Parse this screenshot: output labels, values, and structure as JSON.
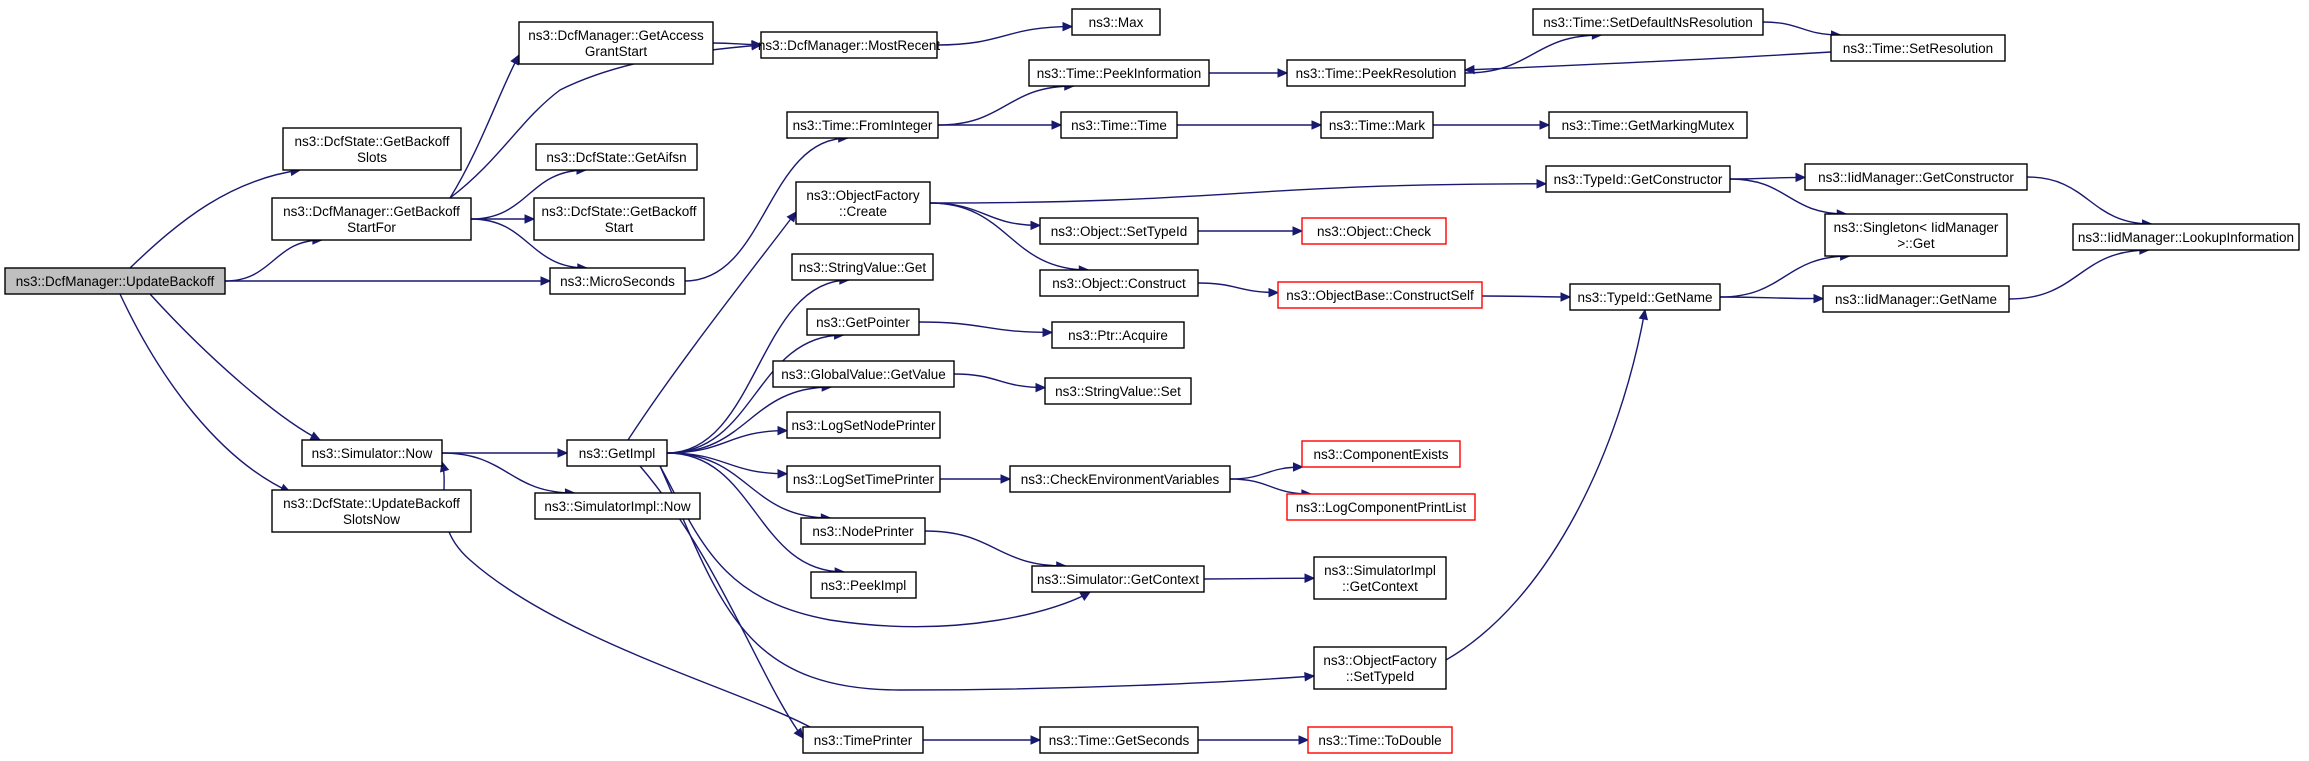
{
  "colors": {
    "edge": "#191970",
    "node_border": "#000000",
    "node_border_truncated": "#ff0000",
    "root_fill": "#bfbfbf",
    "node_fill": "#ffffff"
  },
  "nodes": [
    {
      "id": "root",
      "lines": [
        "ns3::DcfManager::UpdateBackoff"
      ],
      "root": true
    },
    {
      "id": "getBackoffSlots",
      "lines": [
        "ns3::DcfState::GetBackoff",
        "Slots"
      ]
    },
    {
      "id": "getBackoffStartFor",
      "lines": [
        "ns3::DcfManager::GetBackoff",
        "StartFor"
      ]
    },
    {
      "id": "simNow",
      "lines": [
        "ns3::Simulator::Now"
      ]
    },
    {
      "id": "updateBackoffSlotsNow",
      "lines": [
        "ns3::DcfState::UpdateBackoff",
        "SlotsNow"
      ]
    },
    {
      "id": "getAccessGrantStart",
      "lines": [
        "ns3::DcfManager::GetAccess",
        "GrantStart"
      ]
    },
    {
      "id": "getAifsn",
      "lines": [
        "ns3::DcfState::GetAifsn"
      ]
    },
    {
      "id": "getBackoffStart",
      "lines": [
        "ns3::DcfState::GetBackoff",
        "Start"
      ]
    },
    {
      "id": "microSeconds",
      "lines": [
        "ns3::MicroSeconds"
      ]
    },
    {
      "id": "getImpl",
      "lines": [
        "ns3::GetImpl"
      ]
    },
    {
      "id": "simImplNow",
      "lines": [
        "ns3::SimulatorImpl::Now"
      ]
    },
    {
      "id": "mostRecent",
      "lines": [
        "ns3::DcfManager::MostRecent"
      ]
    },
    {
      "id": "timeFromInteger",
      "lines": [
        "ns3::Time::FromInteger"
      ]
    },
    {
      "id": "objectFactoryCreate",
      "lines": [
        "ns3::ObjectFactory",
        "::Create"
      ]
    },
    {
      "id": "stringValueGet",
      "lines": [
        "ns3::StringValue::Get"
      ]
    },
    {
      "id": "getPointer",
      "lines": [
        "ns3::GetPointer"
      ]
    },
    {
      "id": "globalValueGetValue",
      "lines": [
        "ns3::GlobalValue::GetValue"
      ]
    },
    {
      "id": "logSetNodePrinter",
      "lines": [
        "ns3::LogSetNodePrinter"
      ]
    },
    {
      "id": "logSetTimePrinter",
      "lines": [
        "ns3::LogSetTimePrinter"
      ]
    },
    {
      "id": "nodePrinter",
      "lines": [
        "ns3::NodePrinter"
      ]
    },
    {
      "id": "peekImpl",
      "lines": [
        "ns3::PeekImpl"
      ]
    },
    {
      "id": "timePrinter",
      "lines": [
        "ns3::TimePrinter"
      ]
    },
    {
      "id": "max",
      "lines": [
        "ns3::Max"
      ]
    },
    {
      "id": "timePeekInformation",
      "lines": [
        "ns3::Time::PeekInformation"
      ]
    },
    {
      "id": "timeTime",
      "lines": [
        "ns3::Time::Time"
      ]
    },
    {
      "id": "objectSetTypeId",
      "lines": [
        "ns3::Object::SetTypeId"
      ]
    },
    {
      "id": "objectConstruct",
      "lines": [
        "ns3::Object::Construct"
      ]
    },
    {
      "id": "ptrAcquire",
      "lines": [
        "ns3::Ptr::Acquire"
      ]
    },
    {
      "id": "stringValueSet",
      "lines": [
        "ns3::StringValue::Set"
      ]
    },
    {
      "id": "checkEnvVars",
      "lines": [
        "ns3::CheckEnvironmentVariables"
      ]
    },
    {
      "id": "simGetContext",
      "lines": [
        "ns3::Simulator::GetContext"
      ]
    },
    {
      "id": "timeGetSeconds",
      "lines": [
        "ns3::Time::GetSeconds"
      ]
    },
    {
      "id": "timePeekResolution",
      "lines": [
        "ns3::Time::PeekResolution"
      ]
    },
    {
      "id": "timeMark",
      "lines": [
        "ns3::Time::Mark"
      ]
    },
    {
      "id": "objectCheck",
      "lines": [
        "ns3::Object::Check"
      ],
      "truncated": true
    },
    {
      "id": "objectBaseConstructSelf",
      "lines": [
        "ns3::ObjectBase::ConstructSelf"
      ],
      "truncated": true
    },
    {
      "id": "componentExists",
      "lines": [
        "ns3::ComponentExists"
      ],
      "truncated": true
    },
    {
      "id": "logComponentPrintList",
      "lines": [
        "ns3::LogComponentPrintList"
      ],
      "truncated": true
    },
    {
      "id": "simImplGetContext",
      "lines": [
        "ns3::SimulatorImpl",
        "::GetContext"
      ]
    },
    {
      "id": "objectFactorySetTypeId",
      "lines": [
        "ns3::ObjectFactory",
        "::SetTypeId"
      ]
    },
    {
      "id": "timeToDouble",
      "lines": [
        "ns3::Time::ToDouble"
      ],
      "truncated": true
    },
    {
      "id": "timeSetDefaultNsResolution",
      "lines": [
        "ns3::Time::SetDefaultNsResolution"
      ]
    },
    {
      "id": "timeGetMarkingMutex",
      "lines": [
        "ns3::Time::GetMarkingMutex"
      ]
    },
    {
      "id": "typeIdGetConstructor",
      "lines": [
        "ns3::TypeId::GetConstructor"
      ]
    },
    {
      "id": "typeIdGetName",
      "lines": [
        "ns3::TypeId::GetName"
      ]
    },
    {
      "id": "timeSetResolution",
      "lines": [
        "ns3::Time::SetResolution"
      ]
    },
    {
      "id": "iidGetConstructor",
      "lines": [
        "ns3::IidManager::GetConstructor"
      ]
    },
    {
      "id": "singletonGet",
      "lines": [
        "ns3::Singleton< IidManager",
        " >::Get"
      ]
    },
    {
      "id": "iidGetName",
      "lines": [
        "ns3::IidManager::GetName"
      ]
    },
    {
      "id": "iidLookupInformation",
      "lines": [
        "ns3::IidManager::LookupInformation"
      ]
    }
  ],
  "edges": [
    [
      "root",
      "getBackoffSlots"
    ],
    [
      "root",
      "getBackoffStartFor"
    ],
    [
      "root",
      "microSeconds"
    ],
    [
      "root",
      "simNow"
    ],
    [
      "root",
      "updateBackoffSlotsNow"
    ],
    [
      "getBackoffStartFor",
      "getAccessGrantStart"
    ],
    [
      "getBackoffStartFor",
      "mostRecent"
    ],
    [
      "getBackoffStartFor",
      "getAifsn"
    ],
    [
      "getBackoffStartFor",
      "getBackoffStart"
    ],
    [
      "getBackoffStartFor",
      "microSeconds"
    ],
    [
      "getAccessGrantStart",
      "mostRecent"
    ],
    [
      "mostRecent",
      "max"
    ],
    [
      "microSeconds",
      "timeFromInteger"
    ],
    [
      "timeFromInteger",
      "timePeekInformation"
    ],
    [
      "timeFromInteger",
      "timeTime"
    ],
    [
      "timePeekInformation",
      "timePeekResolution"
    ],
    [
      "timePeekResolution",
      "timeSetDefaultNsResolution"
    ],
    [
      "timeSetDefaultNsResolution",
      "timeSetResolution"
    ],
    [
      "timeSetResolution",
      "timePeekResolution"
    ],
    [
      "timeTime",
      "timeMark"
    ],
    [
      "timeMark",
      "timeGetMarkingMutex"
    ],
    [
      "simNow",
      "getImpl"
    ],
    [
      "simNow",
      "simImplNow"
    ],
    [
      "getImpl",
      "objectFactoryCreate"
    ],
    [
      "getImpl",
      "stringValueGet"
    ],
    [
      "getImpl",
      "getPointer"
    ],
    [
      "getImpl",
      "globalValueGetValue"
    ],
    [
      "getImpl",
      "logSetNodePrinter"
    ],
    [
      "getImpl",
      "logSetTimePrinter"
    ],
    [
      "getImpl",
      "nodePrinter"
    ],
    [
      "getImpl",
      "peekImpl"
    ],
    [
      "getImpl",
      "simGetContext"
    ],
    [
      "getImpl",
      "objectFactorySetTypeId"
    ],
    [
      "getImpl",
      "timePrinter"
    ],
    [
      "timePrinter",
      "simNow"
    ],
    [
      "timePrinter",
      "timeGetSeconds"
    ],
    [
      "timeGetSeconds",
      "timeToDouble"
    ],
    [
      "objectFactoryCreate",
      "typeIdGetConstructor"
    ],
    [
      "objectFactoryCreate",
      "objectSetTypeId"
    ],
    [
      "objectFactoryCreate",
      "objectConstruct"
    ],
    [
      "objectSetTypeId",
      "objectCheck"
    ],
    [
      "objectConstruct",
      "objectBaseConstructSelf"
    ],
    [
      "objectBaseConstructSelf",
      "typeIdGetName"
    ],
    [
      "objectFactorySetTypeId",
      "typeIdGetName"
    ],
    [
      "getPointer",
      "ptrAcquire"
    ],
    [
      "globalValueGetValue",
      "stringValueSet"
    ],
    [
      "logSetTimePrinter",
      "checkEnvVars"
    ],
    [
      "checkEnvVars",
      "componentExists"
    ],
    [
      "checkEnvVars",
      "logComponentPrintList"
    ],
    [
      "nodePrinter",
      "simGetContext"
    ],
    [
      "simGetContext",
      "simImplGetContext"
    ],
    [
      "typeIdGetConstructor",
      "iidGetConstructor"
    ],
    [
      "typeIdGetConstructor",
      "singletonGet"
    ],
    [
      "iidGetConstructor",
      "iidLookupInformation"
    ],
    [
      "typeIdGetName",
      "singletonGet"
    ],
    [
      "typeIdGetName",
      "iidGetName"
    ],
    [
      "iidGetName",
      "iidLookupInformation"
    ]
  ]
}
